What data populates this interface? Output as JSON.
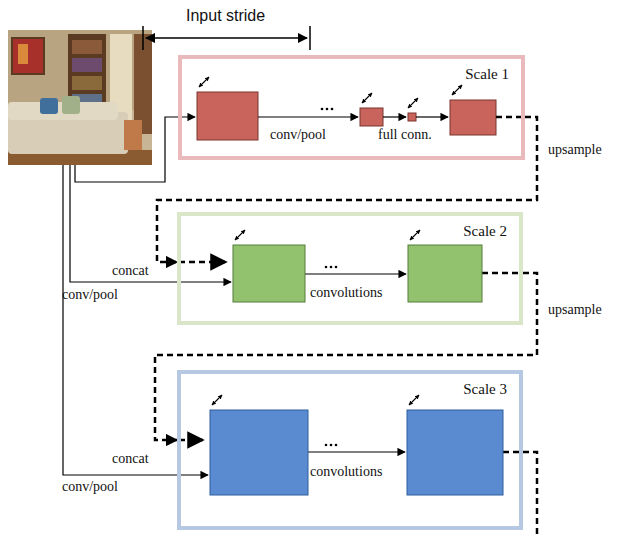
{
  "diagram": {
    "nodes": [
      {
        "text": [
          "Scale 1"
        ]
      },
      {
        "text": [
          "Scale 2"
        ]
      },
      {
        "text": [
          "Scale 3"
        ]
      }
    ],
    "edges": [
      {
        "from": 0,
        "to": 1,
        "arrow": "to",
        "label": "upsample"
      },
      {
        "from": 1,
        "to": 2,
        "arrow": "to",
        "label": "upsample"
      }
    ],
    "labels": [
      "Input stride",
      "conv/pool",
      "full conn.",
      "concat",
      "conv/pool",
      "convolutions",
      "concat",
      "conv/pool",
      "convolutions"
    ]
  }
}
